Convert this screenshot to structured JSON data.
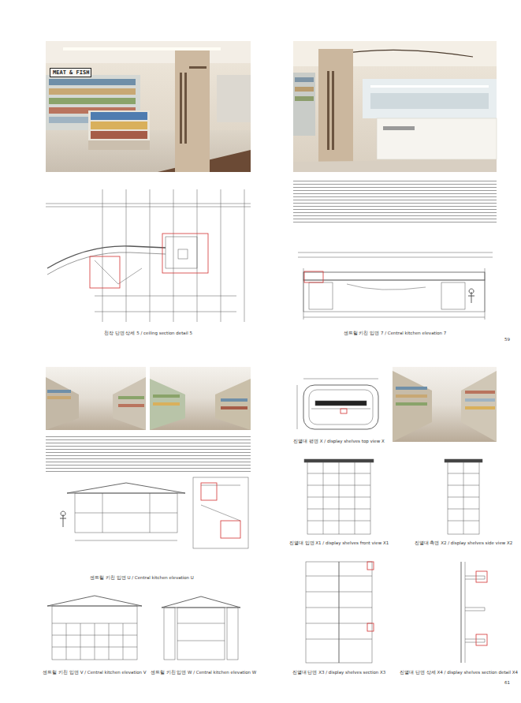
{
  "diagram": {
    "nodes": [
      {
        "text": [
          "MEAT & FISH"
        ]
      }
    ],
    "labels": [
      "천장 단면 상세 5 / ceiling section detail 5",
      "센트럴 키친 입면 7 / Central kitchen elevation 7",
      "59",
      "센트럴 키친 입면 U / Central kitchen elevation U",
      "센트럴 키친 입면 V / Central kitchen elevation V",
      "센트럴 키친 입면 W / Central kitchen elevation W",
      "진열대 평면 X / display shelves top view X",
      "진열대 입면 X1 / display shelves front view X1",
      "진열대 측면 X2 / display shelves side view X2",
      "진열대 단면 X3 / display shelves section X3",
      "진열대 단면 상세 X4 / display shelves section detail X4",
      "61"
    ]
  }
}
